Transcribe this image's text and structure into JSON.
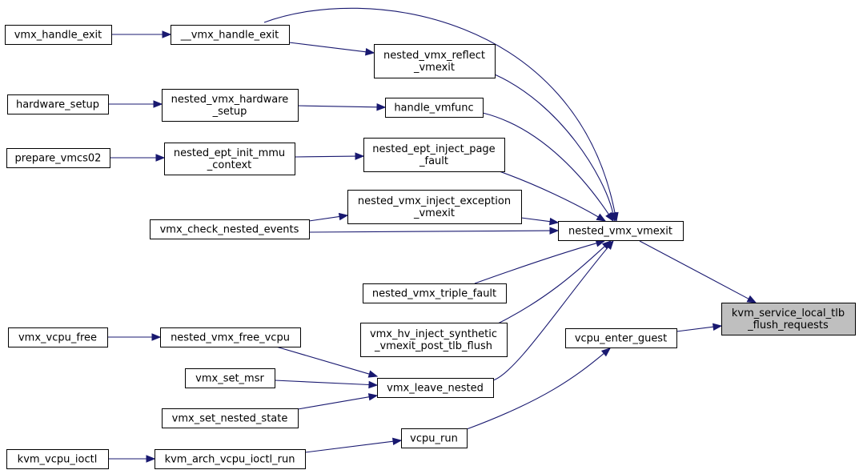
{
  "title": "",
  "colors": {
    "edge": "#191970",
    "root_fill": "#bfbfbf",
    "node_fill": "#ffffff",
    "node_border": "#000000"
  },
  "nodes": {
    "root": {
      "lines": [
        "kvm_service_local_tlb",
        "_flush_requests"
      ]
    },
    "nested_vmx_vmexit": {
      "lines": [
        "nested_vmx_vmexit"
      ]
    },
    "vcpu_enter_guest": {
      "lines": [
        "vcpu_enter_guest"
      ]
    },
    "vcpu_run": {
      "lines": [
        "vcpu_run"
      ]
    },
    "kvm_arch_vcpu_ioctl_run": {
      "lines": [
        "kvm_arch_vcpu_ioctl_run"
      ]
    },
    "kvm_vcpu_ioctl": {
      "lines": [
        "kvm_vcpu_ioctl"
      ]
    },
    "vmx_leave_nested": {
      "lines": [
        "vmx_leave_nested"
      ]
    },
    "nested_vmx_free_vcpu": {
      "lines": [
        "nested_vmx_free_vcpu"
      ]
    },
    "vmx_vcpu_free": {
      "lines": [
        "vmx_vcpu_free"
      ]
    },
    "vmx_set_msr": {
      "lines": [
        "vmx_set_msr"
      ]
    },
    "vmx_set_nested_state": {
      "lines": [
        "vmx_set_nested_state"
      ]
    },
    "vmx_hv_inject": {
      "lines": [
        "vmx_hv_inject_synthetic",
        "_vmexit_post_tlb_flush"
      ]
    },
    "nested_vmx_triple_fault": {
      "lines": [
        "nested_vmx_triple_fault"
      ]
    },
    "vmx_check_nested_events": {
      "lines": [
        "vmx_check_nested_events"
      ]
    },
    "nested_vmx_inject_exception": {
      "lines": [
        "nested_vmx_inject_exception",
        "_vmexit"
      ]
    },
    "nested_ept_inject_page_fault": {
      "lines": [
        "nested_ept_inject_page",
        "_fault"
      ]
    },
    "nested_ept_init_mmu_context": {
      "lines": [
        "nested_ept_init_mmu",
        "_context"
      ]
    },
    "prepare_vmcs02": {
      "lines": [
        "prepare_vmcs02"
      ]
    },
    "handle_vmfunc": {
      "lines": [
        "handle_vmfunc"
      ]
    },
    "nested_vmx_hardware_setup": {
      "lines": [
        "nested_vmx_hardware",
        "_setup"
      ]
    },
    "hardware_setup": {
      "lines": [
        "hardware_setup"
      ]
    },
    "nested_vmx_reflect_vmexit": {
      "lines": [
        "nested_vmx_reflect",
        "_vmexit"
      ]
    },
    "__vmx_handle_exit": {
      "lines": [
        "__vmx_handle_exit"
      ]
    },
    "vmx_handle_exit": {
      "lines": [
        "vmx_handle_exit"
      ]
    }
  },
  "edges": [
    {
      "from": "nested_vmx_vmexit",
      "to": "root"
    },
    {
      "from": "vcpu_enter_guest",
      "to": "root"
    },
    {
      "from": "vcpu_run",
      "to": "vcpu_enter_guest"
    },
    {
      "from": "kvm_arch_vcpu_ioctl_run",
      "to": "vcpu_run"
    },
    {
      "from": "kvm_vcpu_ioctl",
      "to": "kvm_arch_vcpu_ioctl_run"
    },
    {
      "from": "vmx_leave_nested",
      "to": "nested_vmx_vmexit"
    },
    {
      "from": "nested_vmx_free_vcpu",
      "to": "vmx_leave_nested"
    },
    {
      "from": "vmx_vcpu_free",
      "to": "nested_vmx_free_vcpu"
    },
    {
      "from": "vmx_set_msr",
      "to": "vmx_leave_nested"
    },
    {
      "from": "vmx_set_nested_state",
      "to": "vmx_leave_nested"
    },
    {
      "from": "vmx_hv_inject",
      "to": "nested_vmx_vmexit"
    },
    {
      "from": "nested_vmx_triple_fault",
      "to": "nested_vmx_vmexit"
    },
    {
      "from": "vmx_check_nested_events",
      "to": "nested_vmx_vmexit"
    },
    {
      "from": "nested_vmx_inject_exception",
      "to": "nested_vmx_vmexit"
    },
    {
      "from": "vmx_check_nested_events",
      "to": "nested_vmx_inject_exception"
    },
    {
      "from": "nested_ept_inject_page_fault",
      "to": "nested_vmx_vmexit"
    },
    {
      "from": "nested_ept_init_mmu_context",
      "to": "nested_ept_inject_page_fault"
    },
    {
      "from": "prepare_vmcs02",
      "to": "nested_ept_init_mmu_context"
    },
    {
      "from": "handle_vmfunc",
      "to": "nested_vmx_vmexit"
    },
    {
      "from": "nested_vmx_hardware_setup",
      "to": "handle_vmfunc"
    },
    {
      "from": "hardware_setup",
      "to": "nested_vmx_hardware_setup"
    },
    {
      "from": "nested_vmx_reflect_vmexit",
      "to": "nested_vmx_vmexit"
    },
    {
      "from": "__vmx_handle_exit",
      "to": "nested_vmx_reflect_vmexit"
    },
    {
      "from": "__vmx_handle_exit",
      "to": "nested_vmx_vmexit"
    },
    {
      "from": "vmx_handle_exit",
      "to": "__vmx_handle_exit"
    }
  ]
}
